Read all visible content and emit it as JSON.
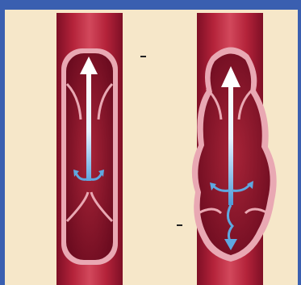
{
  "figure": {
    "panels": [
      {
        "id": "normal-vein",
        "valve_state": "closed",
        "flow_direction": "upward"
      },
      {
        "id": "varicose-vein",
        "valve_state": "incompetent",
        "flow_direction": "upward-with-backflow"
      }
    ],
    "colors": {
      "border_blue": "#3a5fb0",
      "background_cream": "#f6e7c9",
      "vessel_red": "#b4233a",
      "vessel_dark": "#7e0f25",
      "lumen_pink": "#e9a8b3",
      "arrow_white": "#ffffff",
      "arrow_blue": "#5fa8e0"
    }
  }
}
